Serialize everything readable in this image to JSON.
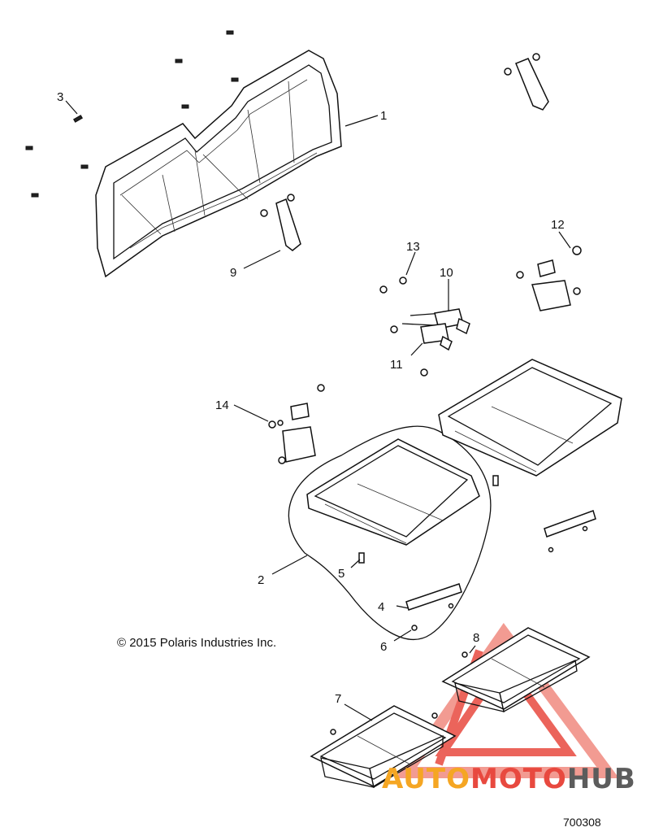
{
  "labels": {
    "p1": "1",
    "p2": "2",
    "p3": "3",
    "p4": "4",
    "p5": "5",
    "p6": "6",
    "p7": "7",
    "p8": "8",
    "p9": "9",
    "p10": "10",
    "p11": "11",
    "p12": "12",
    "p13": "13",
    "p14": "14"
  },
  "copyright": "© 2015 Polaris Industries Inc.",
  "diagram_number": "700308",
  "watermark": {
    "part1": "AUTO",
    "part2": "MOTO",
    "part3": "HUB"
  },
  "colors": {
    "watermark_orange": "#f5a623",
    "watermark_red": "#e8493f",
    "watermark_gray": "#5c5c5c"
  }
}
